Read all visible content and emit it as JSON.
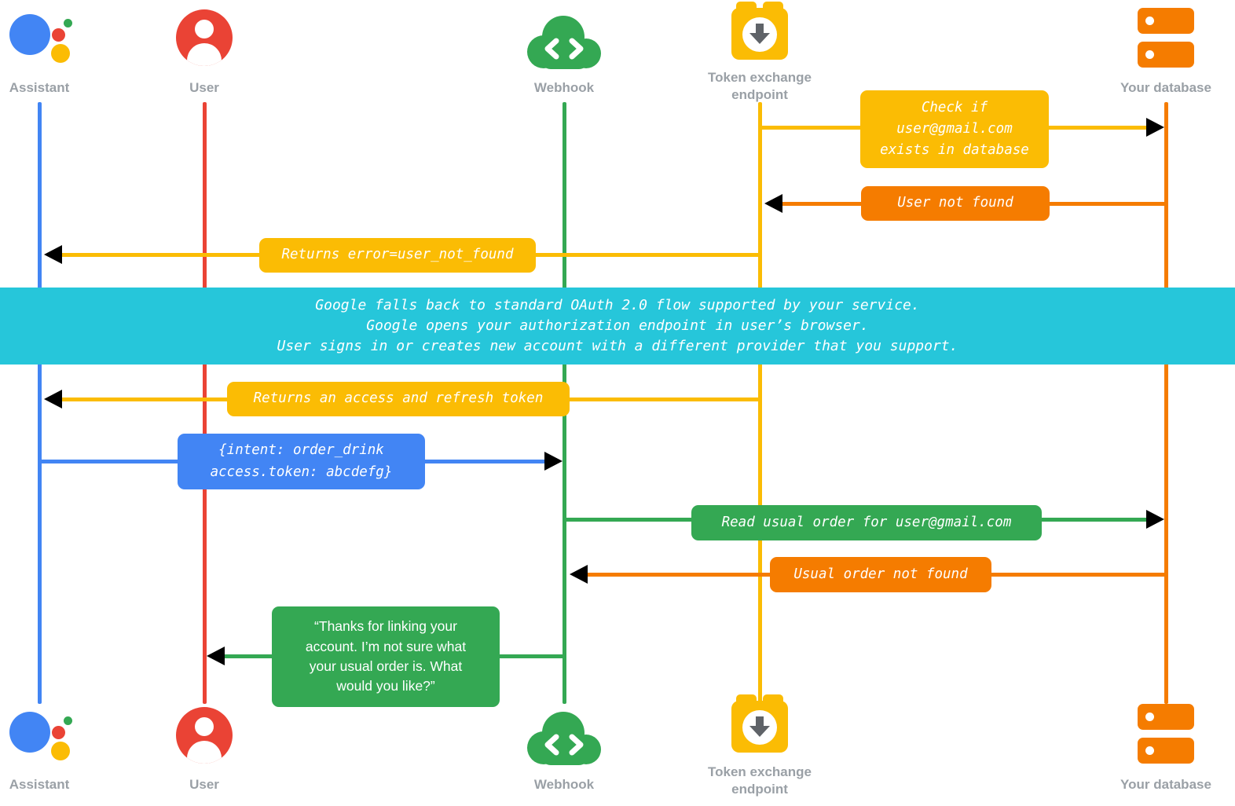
{
  "colors": {
    "blue": "#4285F4",
    "red": "#EA4335",
    "green": "#34A853",
    "yellow": "#FBBC04",
    "orange": "#F57C00",
    "cyan_banner": "#26C6DA",
    "actor_label_gray": "#9AA0A6"
  },
  "icons": {
    "assistant": "google-assistant-logo",
    "user": "user-avatar",
    "webhook": "cloud-code-brackets",
    "token_endpoint": "box-download-arrow",
    "database": "server-stack"
  },
  "actors": {
    "assistant": {
      "label": "Assistant"
    },
    "user": {
      "label": "User"
    },
    "webhook": {
      "label": "Webhook"
    },
    "token_endpoint": {
      "label": "Token exchange\nendpoint"
    },
    "database": {
      "label": "Your database"
    }
  },
  "messages": {
    "check_user": {
      "label": "Check if\nuser@gmail.com\nexists in database",
      "from": "token_endpoint",
      "to": "database",
      "color": "yellow"
    },
    "user_not_found": {
      "label": "User not found",
      "from": "database",
      "to": "token_endpoint",
      "color": "orange"
    },
    "returns_error": {
      "label": "Returns error=user_not_found",
      "from": "token_endpoint",
      "to": "assistant",
      "color": "yellow"
    },
    "returns_tokens": {
      "label": "Returns an access and refresh token",
      "from": "token_endpoint",
      "to": "assistant",
      "color": "yellow"
    },
    "intent": {
      "label": "{intent: order_drink\naccess.token: abcdefg}",
      "from": "assistant",
      "to": "webhook",
      "color": "blue"
    },
    "read_order": {
      "label": "Read usual order for user@gmail.com",
      "from": "webhook",
      "to": "database",
      "color": "green"
    },
    "order_not_found": {
      "label": "Usual order not found",
      "from": "database",
      "to": "webhook",
      "color": "orange"
    },
    "thanks_quote": {
      "label": "“Thanks for linking your\naccount. I’m not sure what\nyour usual order is. What\nwould you like?”",
      "from": "webhook",
      "to": "user",
      "color": "green"
    }
  },
  "banner": {
    "text": "Google falls back to standard OAuth 2.0 flow supported by your service.\nGoogle opens your authorization endpoint in user’s browser.\nUser signs in or creates new account with a different provider that you support."
  }
}
